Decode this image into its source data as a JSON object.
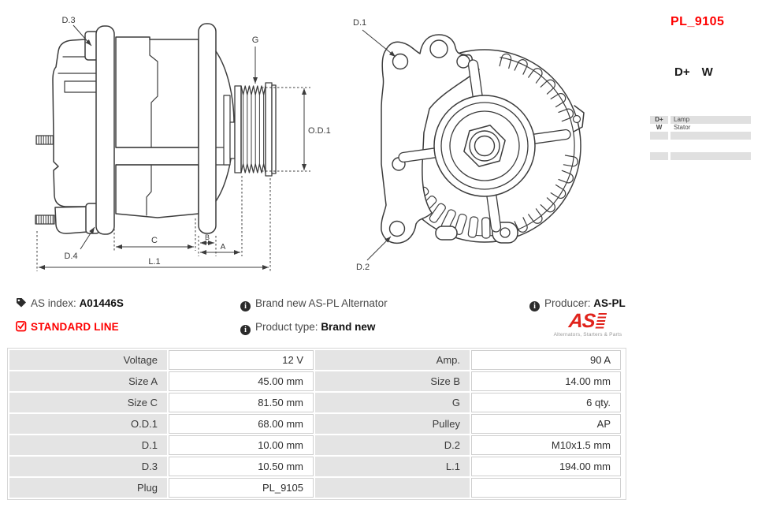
{
  "header": {
    "part_code": "PL_9105",
    "terminal_1": "D+",
    "terminal_2": "W"
  },
  "pin_table": {
    "rows": [
      {
        "pin": "D+",
        "desc": "Lamp"
      },
      {
        "pin": "W",
        "desc": "Stator"
      },
      {
        "pin": "",
        "desc": ""
      },
      {
        "pin": "",
        "desc": ""
      },
      {
        "pin": "",
        "desc": ""
      }
    ]
  },
  "drawings": {
    "side_view": {
      "labels": {
        "d3": "D.3",
        "d4": "D.4",
        "g": "G",
        "c": "C",
        "b": "B",
        "a": "A",
        "l1": "L.1",
        "od1": "O.D.1"
      }
    },
    "front_view": {
      "labels": {
        "d1": "D.1",
        "d2": "D.2"
      }
    }
  },
  "info": {
    "as_index_label": "AS index:",
    "as_index_value": "A01446S",
    "standard_line": "STANDARD LINE",
    "brand_new_text": "Brand new AS-PL Alternator",
    "product_type_label": "Product type:",
    "product_type_value": "Brand new",
    "producer_label": "Producer:",
    "producer_value": "AS-PL",
    "info_icon_glyph": "i"
  },
  "logo": {
    "text": "AS",
    "caption": "Alternators, Starters & Parts"
  },
  "spec_table": {
    "rows": [
      {
        "l1": "Voltage",
        "v1": "12 V",
        "l2": "Amp.",
        "v2": "90 A"
      },
      {
        "l1": "Size A",
        "v1": "45.00 mm",
        "l2": "Size B",
        "v2": "14.00 mm"
      },
      {
        "l1": "Size C",
        "v1": "81.50 mm",
        "l2": "G",
        "v2": "6 qty."
      },
      {
        "l1": "O.D.1",
        "v1": "68.00 mm",
        "l2": "Pulley",
        "v2": "AP"
      },
      {
        "l1": "D.1",
        "v1": "10.00 mm",
        "l2": "D.2",
        "v2": "M10x1.5 mm"
      },
      {
        "l1": "D.3",
        "v1": "10.50 mm",
        "l2": "L.1",
        "v2": "194.00 mm"
      },
      {
        "l1": "Plug",
        "v1": "PL_9105",
        "l2": "",
        "v2": ""
      }
    ]
  },
  "colors": {
    "accent_red": "#fe0000",
    "logo_red": "#e0231c",
    "table_gray": "#e4e4e4",
    "line": "#3c3c3c"
  }
}
